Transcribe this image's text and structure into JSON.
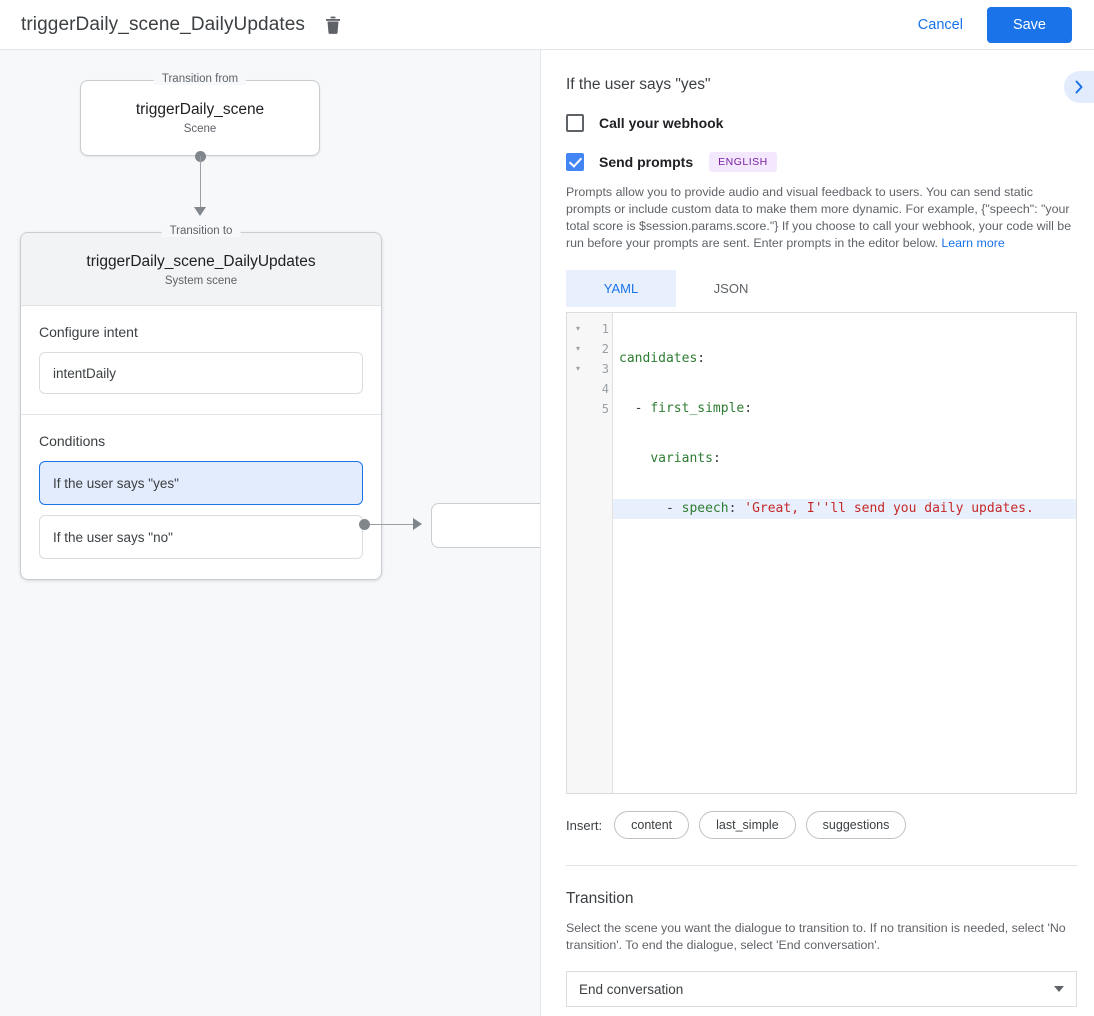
{
  "topbar": {
    "title": "triggerDaily_scene_DailyUpdates",
    "delete_icon": "trash-icon",
    "cancel_label": "Cancel",
    "save_label": "Save",
    "accent_color": "#1a73e8"
  },
  "canvas": {
    "from_node": {
      "legend": "Transition from",
      "title": "triggerDaily_scene",
      "subtitle": "Scene"
    },
    "to_node": {
      "legend": "Transition to",
      "title": "triggerDaily_scene_DailyUpdates",
      "subtitle": "System scene"
    },
    "intent": {
      "label": "Configure intent",
      "value": "intentDaily"
    },
    "conditions": {
      "label": "Conditions",
      "items": [
        {
          "text": "If the user says \"yes\"",
          "selected": true
        },
        {
          "text": "If the user says \"no\"",
          "selected": false
        }
      ]
    }
  },
  "panel": {
    "title": "If the user says \"yes\"",
    "collapse_icon": "chevron-right-icon",
    "webhook": {
      "label": "Call your webhook",
      "checked": false
    },
    "prompts": {
      "label": "Send prompts",
      "checked": true,
      "language_badge": "ENGLISH",
      "description": "Prompts allow you to provide audio and visual feedback to users. You can send static prompts or include custom data to make them more dynamic. For example, {\"speech\": \"your total score is $session.params.score.\"} If you choose to call your webhook, your code will be run before your prompts are sent. Enter prompts in the editor below.",
      "learn_more": "Learn more"
    },
    "tabs": [
      {
        "label": "YAML",
        "active": true
      },
      {
        "label": "JSON",
        "active": false
      }
    ],
    "editor": {
      "line_numbers": [
        "1",
        "2",
        "3",
        "4",
        "5"
      ],
      "folds": [
        "▾",
        "▾",
        "▾",
        "",
        ""
      ],
      "active_line": 4,
      "lines": [
        {
          "key": "candidates",
          "punct": ":",
          "indent": "",
          "dash": "",
          "str": ""
        },
        {
          "key": "first_simple",
          "punct": ":",
          "indent": "  ",
          "dash": "- ",
          "str": ""
        },
        {
          "key": "variants",
          "punct": ":",
          "indent": "    ",
          "dash": "",
          "str": ""
        },
        {
          "key": "speech",
          "punct": ": ",
          "indent": "      ",
          "dash": "- ",
          "str": "'Great, I''ll send you daily updates."
        },
        {
          "key": "",
          "punct": "",
          "indent": "",
          "dash": "",
          "str": ""
        }
      ]
    },
    "insert": {
      "label": "Insert:",
      "chips": [
        "content",
        "last_simple",
        "suggestions"
      ]
    },
    "transition": {
      "title": "Transition",
      "description": "Select the scene you want the dialogue to transition to. If no transition is needed, select 'No transition'. To end the dialogue, select 'End conversation'.",
      "selected": "End conversation"
    }
  }
}
